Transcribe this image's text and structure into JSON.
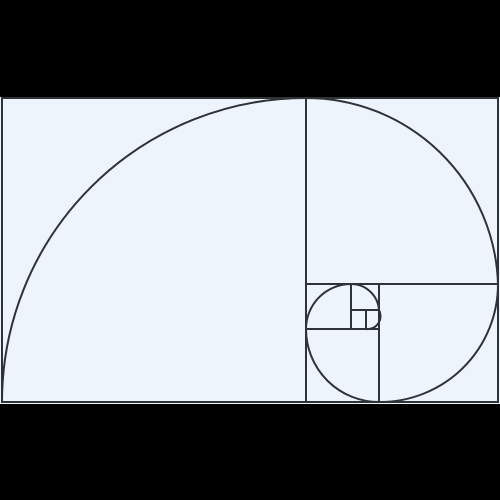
{
  "diagram": {
    "subject": "golden-spiral",
    "colors": {
      "frame_background": "#000000",
      "canvas_fill": "#eef4fb",
      "stroke": "#2f3338"
    },
    "squares": [
      {
        "name": "square-1",
        "order": 1
      },
      {
        "name": "square-2",
        "order": 2
      },
      {
        "name": "square-3",
        "order": 3
      },
      {
        "name": "square-4",
        "order": 4
      },
      {
        "name": "square-5",
        "order": 5
      },
      {
        "name": "square-6",
        "order": 6
      },
      {
        "name": "square-7",
        "order": 7
      }
    ],
    "spiral": {
      "arc_count": 7
    }
  }
}
